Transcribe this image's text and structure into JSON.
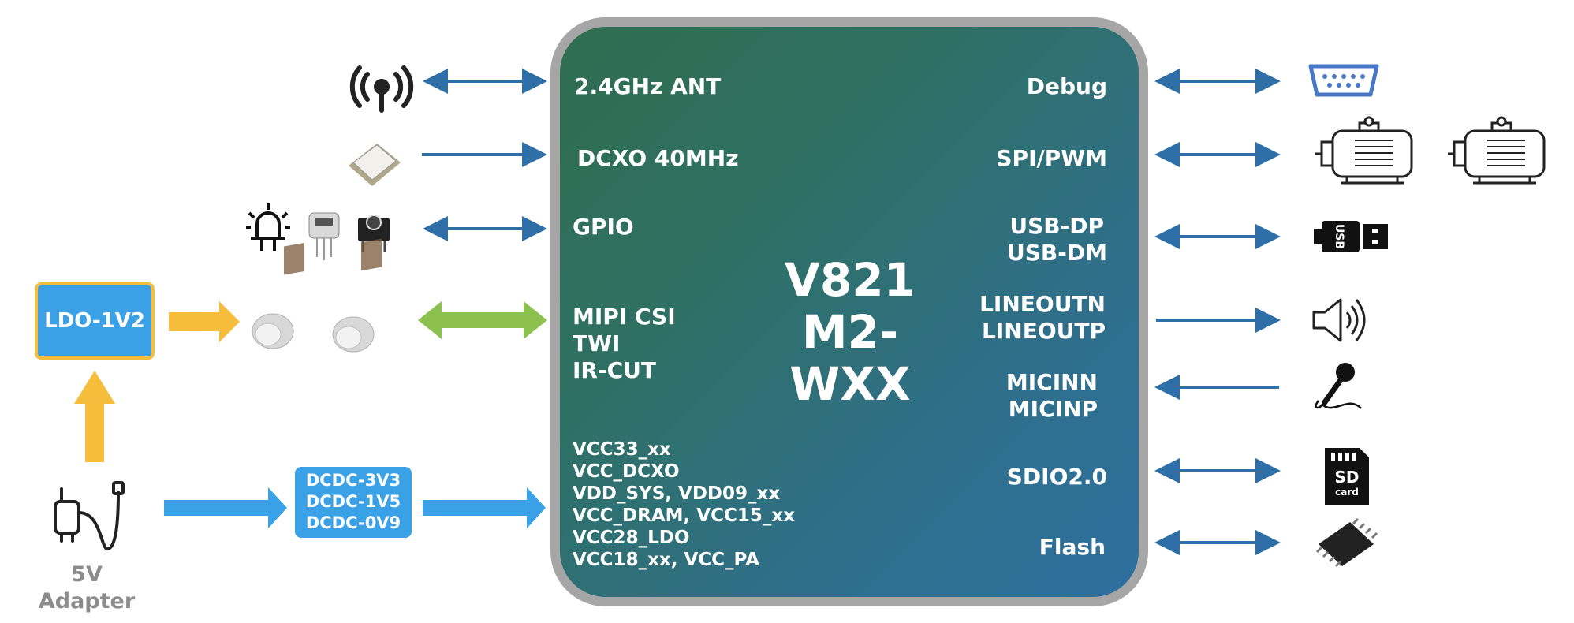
{
  "chip": {
    "title_line1": "V821",
    "title_line2": "M2-WXX",
    "left_labels": [
      "2.4GHz ANT",
      "DCXO 40MHz",
      "GPIO",
      "MIPI CSI",
      "TWI",
      "IR-CUT"
    ],
    "right_labels": [
      "Debug",
      "SPI/PWM",
      "USB-DP",
      "USB-DM",
      "LINEOUTN",
      "LINEOUTP",
      "MICINN",
      "MICINP",
      "SDIO2.0",
      "Flash"
    ],
    "power_rails": [
      "VCC33_xx",
      "VCC_DCXO",
      "VDD_SYS, VDD09_xx",
      "VCC_DRAM, VCC15_xx",
      "VCC28_LDO",
      "VCC18_xx, VCC_PA"
    ]
  },
  "ldo": {
    "label": "LDO-1V2"
  },
  "dcdc": {
    "lines": [
      "DCDC-3V3",
      "DCDC-1V5",
      "DCDC-0V9"
    ]
  },
  "adapter": {
    "line1": "5V",
    "line2": "Adapter"
  },
  "colors": {
    "blue_arrow": "#2e6fa7",
    "yellow_arrow": "#f6bc3c",
    "green_arrow": "#8cc150",
    "light_blue": "#3ba1e6"
  }
}
